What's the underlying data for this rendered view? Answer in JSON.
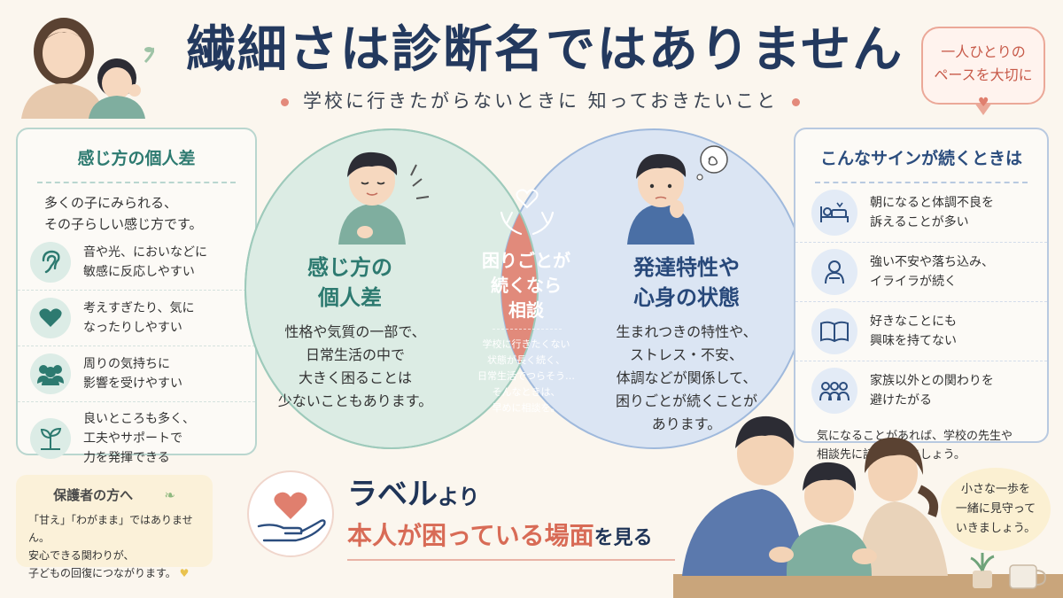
{
  "header": {
    "title": "繊細さは診断名ではありません",
    "subtitle": "学校に行きたがらないときに 知っておきたいこと"
  },
  "bubble_top_right": {
    "line1": "一人ひとりの",
    "line2": "ペースを大切に"
  },
  "left_panel": {
    "title": "感じ方の個人差",
    "intro_line1": "多くの子にみられる、",
    "intro_line2": "その子らしい感じ方です。",
    "items": [
      {
        "icon": "ear-icon",
        "line1": "音や光、においなどに",
        "line2": "敏感に反応しやすい"
      },
      {
        "icon": "heart-icon",
        "line1": "考えすぎたり、気に",
        "line2": "なったりしやすい"
      },
      {
        "icon": "people-icon",
        "line1": "周りの気持ちに",
        "line2": "影響を受けやすい"
      },
      {
        "icon": "sprout-icon",
        "line1": "良いところも多く、",
        "line2": "工夫やサポートで",
        "line3": "力を発揮できる"
      }
    ]
  },
  "venn": {
    "left_title_1": "感じ方の",
    "left_title_2": "個人差",
    "left_text": [
      "性格や気質の一部で、",
      "日常生活の中で",
      "大きく困ることは",
      "少ないこともあります。"
    ],
    "center_title": [
      "困りごとが",
      "続くなら",
      "相談"
    ],
    "center_text": [
      "学校に行きたくない",
      "状態が長く続く、",
      "日常生活でつらそう…",
      "そんなときは、",
      "早めに相談を。"
    ],
    "right_title_1": "発達特性や",
    "right_title_2": "心身の状態",
    "right_text": [
      "生まれつきの特性や、",
      "ストレス・不安、",
      "体調などが関係して、",
      "困りごとが続くことが",
      "あります。"
    ]
  },
  "right_panel": {
    "title": "こんなサインが続くときは",
    "items": [
      {
        "icon": "sick-in-bed-icon",
        "line1": "朝になると体調不良を",
        "line2": "訴えることが多い"
      },
      {
        "icon": "sad-child-icon",
        "line1": "強い不安や落ち込み、",
        "line2": "イライラが続く"
      },
      {
        "icon": "book-icon",
        "line1": "好きなことにも",
        "line2": "興味を持てない"
      },
      {
        "icon": "group-icon",
        "line1": "家族以外との関わりを",
        "line2": "避けたがる"
      }
    ],
    "note_line1": "気になることがあれば、学校の先生や",
    "note_line2": "相談先に話してみましょう。"
  },
  "parent_box": {
    "title": "保護者の方へ",
    "line1": "「甘え」「わがまま」ではありません。",
    "line2": "安心できる関わりが、",
    "line3": "子どもの回復につながります。"
  },
  "banner": {
    "line1_main": "ラベル",
    "line1_small": "より",
    "line2_main": "本人が困っている場面",
    "line2_small": "を見る"
  },
  "bubble_bottom_right": {
    "line1": "小さな一歩を",
    "line2": "一緒に見守って",
    "line3": "いきましょう。"
  },
  "colors": {
    "title": "#23395e",
    "teal": "#2d7a70",
    "navy": "#27487a",
    "coral": "#e07f6e",
    "venn_left": "#dcece4",
    "venn_right": "#dbe5f3",
    "venn_center": "#e18a7b"
  }
}
